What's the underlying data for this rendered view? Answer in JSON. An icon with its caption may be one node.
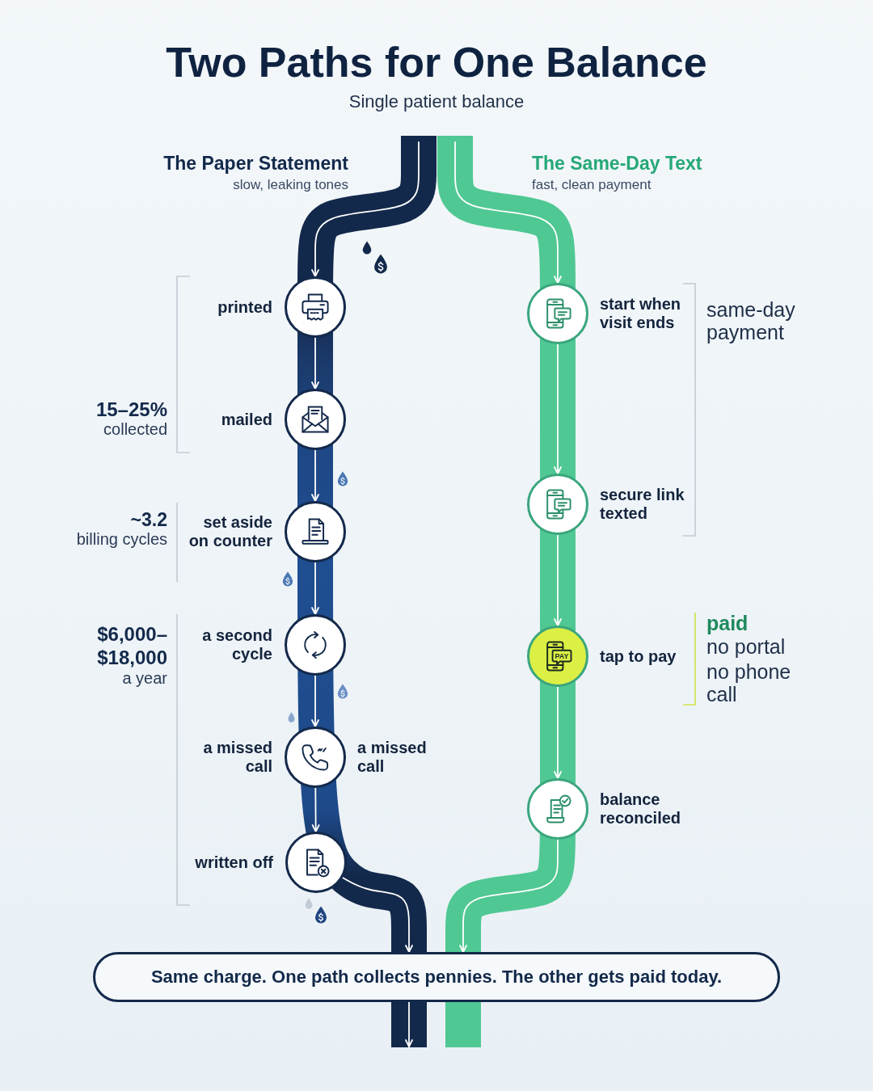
{
  "diagram": {
    "title": "Two Paths for One Balance",
    "nodes": [
      {
        "text": [],
        "shape": "circle",
        "beside": [
          "printed"
        ]
      },
      {
        "text": [],
        "shape": "circle",
        "beside": [
          "mailed"
        ]
      },
      {
        "text": [],
        "shape": "circle",
        "beside": [
          "set aside on counter"
        ]
      },
      {
        "text": [],
        "shape": "circle",
        "beside": [
          "a second cycle"
        ]
      },
      {
        "text": [],
        "shape": "circle",
        "beside": [
          "a missed call",
          "a missed call"
        ]
      },
      {
        "text": [],
        "shape": "circle",
        "beside": [
          "written off"
        ]
      },
      {
        "text": [],
        "shape": "circle",
        "beside": [
          "start when visit ends"
        ]
      },
      {
        "text": [],
        "shape": "circle",
        "beside": [
          "secure link texted"
        ]
      },
      {
        "text": [
          "PAY"
        ],
        "beside": [
          "tap to pay"
        ]
      },
      {
        "text": [],
        "shape": "circle",
        "beside": [
          "balance reconciled"
        ]
      },
      {
        "text": [
          "Same charge. One path collects pennies. The other gets paid today."
        ]
      }
    ],
    "edges": [
      {
        "from": null,
        "to": 0,
        "arrow": "to"
      },
      {
        "from": 0,
        "to": 1,
        "arrow": "to"
      },
      {
        "from": 1,
        "to": 2,
        "arrow": "to"
      },
      {
        "from": 2,
        "to": 3,
        "arrow": "to"
      },
      {
        "from": 3,
        "to": 4,
        "arrow": "to"
      },
      {
        "from": 4,
        "to": 5,
        "arrow": "to"
      },
      {
        "from": 5,
        "to": 10,
        "arrow": "to"
      },
      {
        "from": 10,
        "to": null,
        "arrow": "to",
        "style": "thick",
        "color": "#13294b"
      },
      {
        "from": null,
        "to": 6,
        "arrow": "to"
      },
      {
        "from": 6,
        "to": 7,
        "arrow": "to"
      },
      {
        "from": 7,
        "to": 8,
        "arrow": "to"
      },
      {
        "from": 8,
        "to": 9,
        "arrow": "to"
      },
      {
        "from": 9,
        "to": 10,
        "arrow": "to"
      },
      {
        "from": 10,
        "to": null,
        "arrow": "none",
        "style": "thick",
        "color": "#50c893"
      }
    ],
    "labels": [
      "Single patient balance",
      "The Paper Statement",
      "slow, leaking tones",
      "The Same-Day Text",
      "fast, clean payment",
      "same-day payment",
      "15–25%",
      "collected",
      "~3.2",
      "billing cycles",
      "$6,000–$18,000",
      "a year",
      "paid",
      "no portal",
      "no phone call"
    ]
  }
}
